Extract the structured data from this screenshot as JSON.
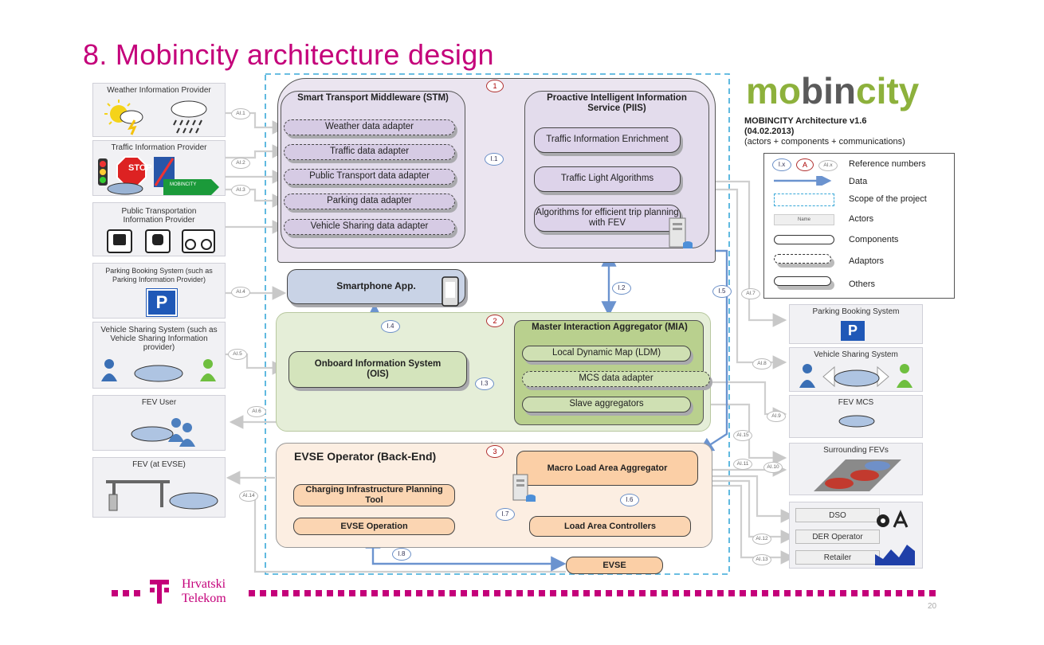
{
  "title": "8. Mobincity architecture design",
  "logo": {
    "text_mo": "mo",
    "text_bin": "bin",
    "text_city": "city"
  },
  "header_info": {
    "line1": "MOBINCITY Architecture v1.6",
    "line2": "(04.02.2013)",
    "line3": "(actors + components + communications)"
  },
  "legend": {
    "ref": "Reference numbers",
    "data": "Data",
    "scope": "Scope of the project",
    "actors": "Actors",
    "components": "Components",
    "adaptors": "Adaptors",
    "others": "Others",
    "sample_ix": "I.x",
    "sample_a": "A",
    "sample_alx": "AI.x",
    "sample_name": "Name"
  },
  "left_actors": {
    "weather": "Weather Information Provider",
    "traffic": "Traffic Information Provider",
    "public_transport": "Public Transportation Information Provider",
    "parking": "Parking Booking System (such as Parking Information Provider)",
    "vehicle_sharing": "Vehicle Sharing System (such as Vehicle Sharing Information provider)",
    "fev_user": "FEV User",
    "fev_evse": "FEV (at EVSE)",
    "stop_sign": "STOP",
    "mobincity_sign": "MOBINCITY",
    "parking_p": "P"
  },
  "right_actors": {
    "parking": "Parking Booking System",
    "vehicle_sharing": "Vehicle Sharing System",
    "fev_mcs": "FEV MCS",
    "surrounding": "Surrounding FEVs",
    "dso": "DSO",
    "der": "DER Operator",
    "retailer": "Retailer",
    "parking_p": "P"
  },
  "zone1": {
    "number": "1",
    "stm_title": "Smart Transport Middleware (STM)",
    "adapters": [
      "Weather data adapter",
      "Traffic data adapter",
      "Public Transport data adapter",
      "Parking data adapter",
      "Vehicle Sharing data adapter"
    ],
    "piis_title": "Proactive Intelligent Information Service (PIIS)",
    "piis_items": [
      "Traffic Information Enrichment",
      "Traffic Light Algorithms",
      "Algorithms for efficient trip planning with FEV"
    ]
  },
  "smartphone": "Smartphone App.",
  "zone2": {
    "number": "2",
    "ois": "Onboard Information System (OIS)",
    "mia_title": "Master Interaction Aggregator (MIA)",
    "mia_items": [
      "Local Dynamic Map (LDM)",
      "MCS data adapter",
      "Slave aggregators"
    ]
  },
  "zone3": {
    "number": "3",
    "title": "EVSE Operator (Back-End)",
    "charging": "Charging Infrastructure Planning Tool",
    "evse_operation": "EVSE Operation",
    "macro": "Macro Load Area Aggregator",
    "load_controllers": "Load Area Controllers",
    "evse": "EVSE"
  },
  "interfaces": [
    "I.1",
    "I.2",
    "I.3",
    "I.4",
    "I.5",
    "I.6",
    "I.7",
    "I.8"
  ],
  "al_labels": [
    "AI.1",
    "AI.2",
    "AI.3",
    "AI.4",
    "AI.5",
    "AI.6",
    "AI.7",
    "AI.8",
    "AI.9",
    "AI.10",
    "AI.11",
    "AI.12",
    "AI.13",
    "AI.14",
    "AI.15"
  ],
  "footer": {
    "brand1": "Hrvatski",
    "brand2": "Telekom",
    "page": "20"
  }
}
